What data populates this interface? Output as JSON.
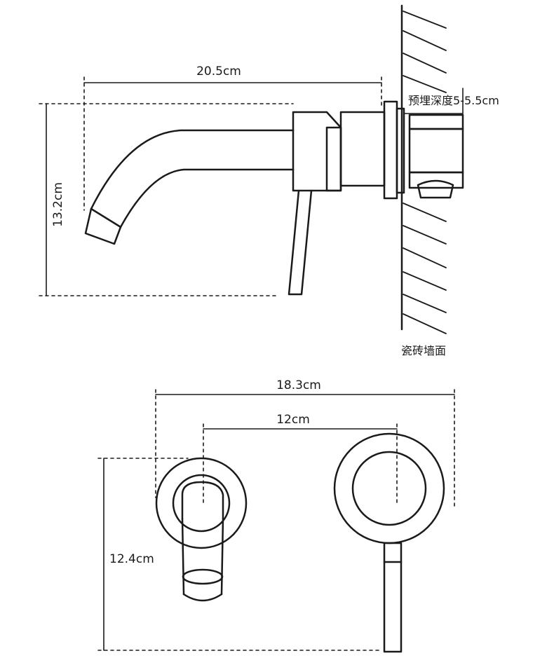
{
  "side_view": {
    "width_dimension": "20.5cm",
    "height_dimension": "13.2cm",
    "depth_label": "预埋深度5-5.5cm",
    "wall_label": "瓷砖墙面"
  },
  "front_view": {
    "total_width_dimension": "18.3cm",
    "center_distance_dimension": "12cm",
    "height_dimension": "12.4cm"
  },
  "colors": {
    "line": "#1a1a1a",
    "background": "#ffffff"
  }
}
